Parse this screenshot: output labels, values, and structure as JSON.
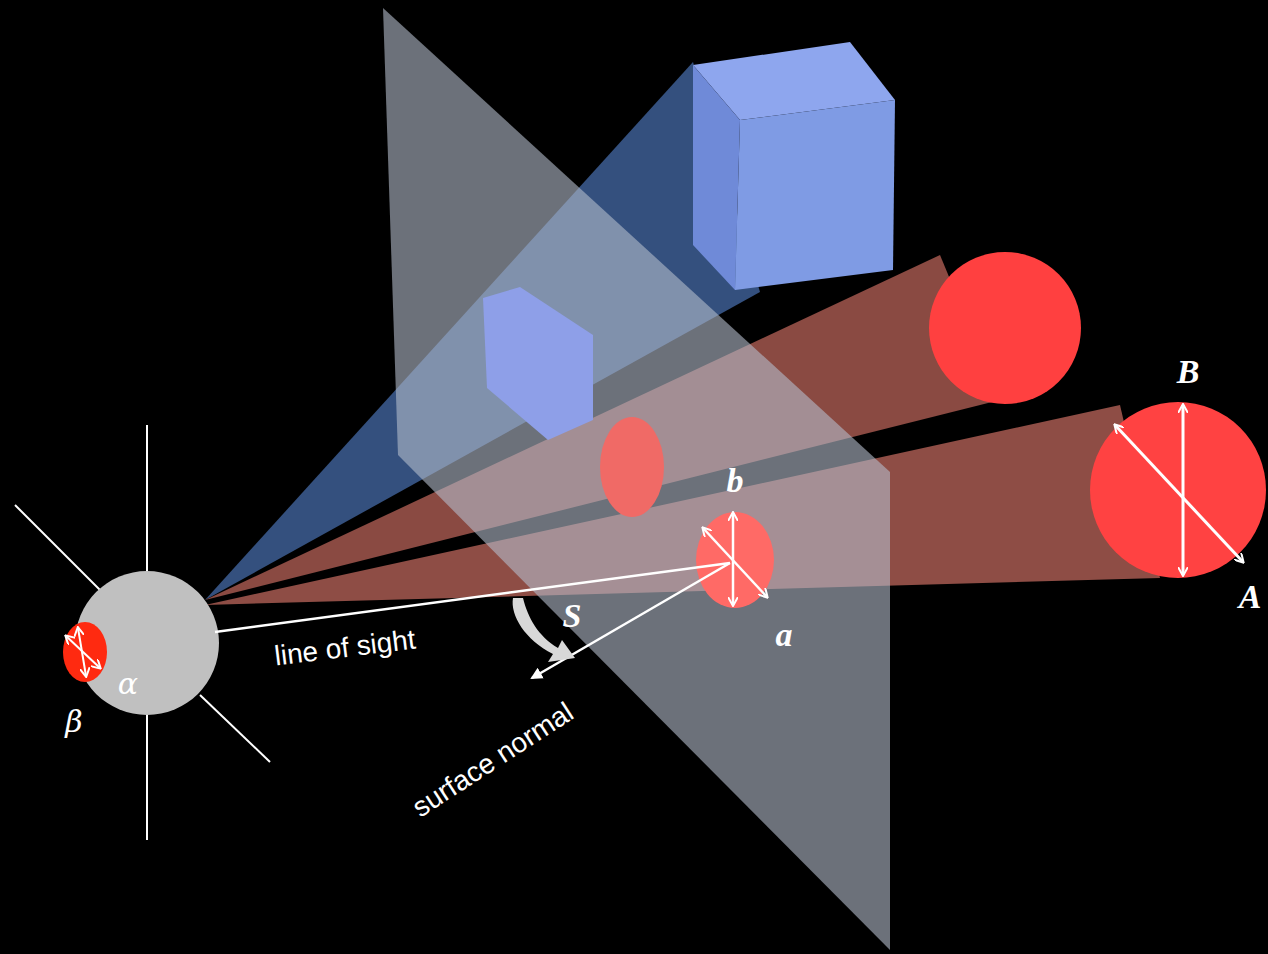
{
  "diagram": {
    "labels": [
      "B",
      "b",
      "S",
      "a",
      "A",
      "line of sight",
      "α",
      "β",
      "surface normal"
    ]
  }
}
